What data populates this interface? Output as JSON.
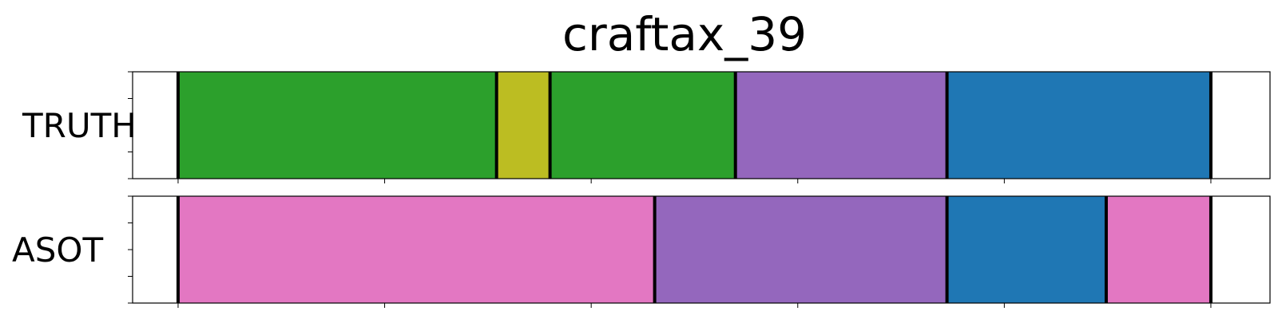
{
  "chart_data": {
    "type": "segmentation",
    "title": "craftax_39",
    "xlim": [
      0,
      1
    ],
    "rows": [
      {
        "label": "TRUTH",
        "segments": [
          {
            "start": 0.04,
            "end": 0.32,
            "color": "#2ca02c"
          },
          {
            "start": 0.32,
            "end": 0.367,
            "color": "#bcbd22"
          },
          {
            "start": 0.367,
            "end": 0.53,
            "color": "#2ca02c"
          },
          {
            "start": 0.53,
            "end": 0.716,
            "color": "#9467bd"
          },
          {
            "start": 0.716,
            "end": 0.948,
            "color": "#1f77b4"
          }
        ]
      },
      {
        "label": "ASOT",
        "segments": [
          {
            "start": 0.04,
            "end": 0.459,
            "color": "#e377c2"
          },
          {
            "start": 0.459,
            "end": 0.716,
            "color": "#9467bd"
          },
          {
            "start": 0.716,
            "end": 0.856,
            "color": "#1f77b4"
          },
          {
            "start": 0.856,
            "end": 0.948,
            "color": "#e377c2"
          }
        ]
      }
    ],
    "x_tick_count": 6,
    "y_tick_count": 5,
    "grid": false,
    "legend": "none"
  }
}
